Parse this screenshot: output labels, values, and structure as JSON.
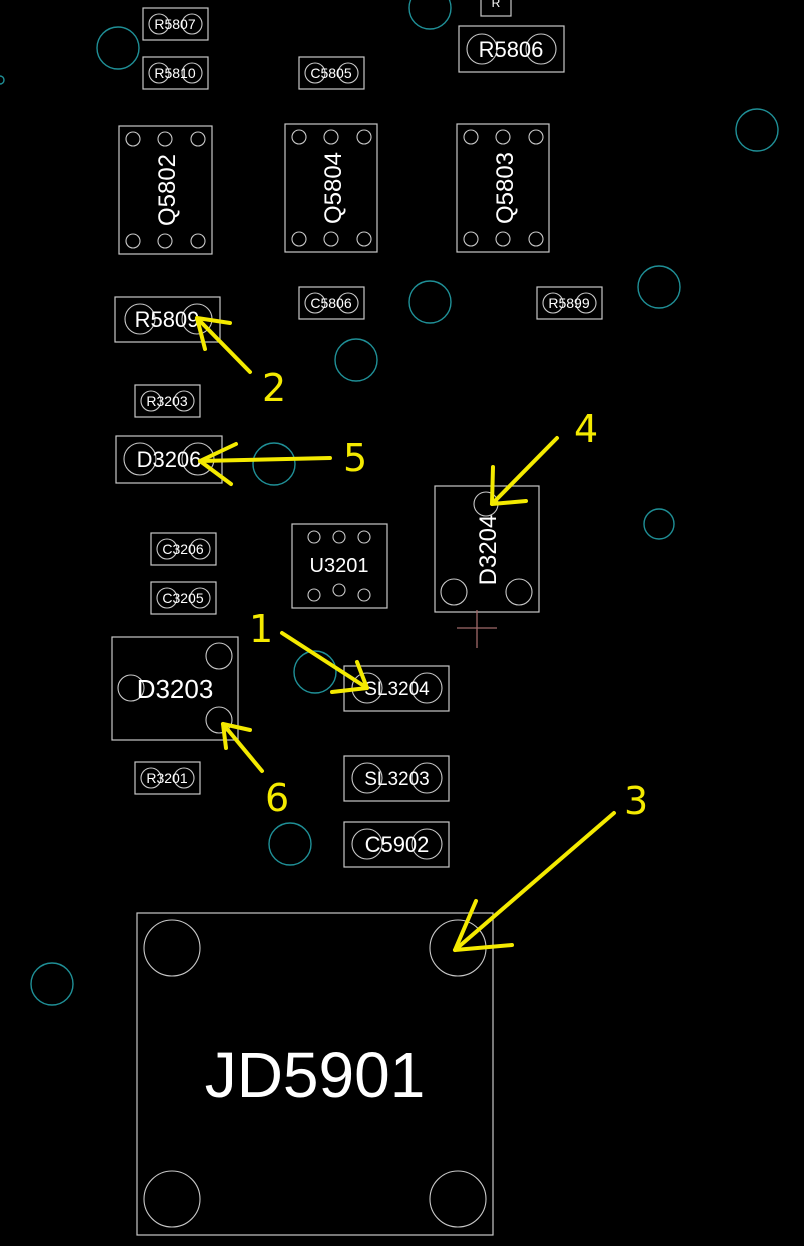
{
  "components": {
    "R5807": "R5807",
    "R5810": "R5810",
    "C5805": "C5805",
    "R5806": "R5806",
    "TOP_PARTIAL": "R",
    "Q5802": "Q5802",
    "Q5804": "Q5804",
    "Q5803": "Q5803",
    "R5809": "R5809",
    "C5806": "C5806",
    "R5899": "R5899",
    "R3203": "R3203",
    "D3206": "D3206",
    "D3204": "D3204",
    "U3201": "U3201",
    "C3206": "C3206",
    "C3205": "C3205",
    "D3203": "D3203",
    "SL3204": "SL3204",
    "R3201": "R3201",
    "SL3203": "SL3203",
    "C5902": "C5902",
    "JD5901": "JD5901"
  },
  "markers": [
    "1",
    "2",
    "3",
    "4",
    "5",
    "6"
  ],
  "colors": {
    "background": "#000000",
    "outline": "#c8c8c8",
    "label": "#ffffff",
    "via": "#1f8f96",
    "annotation": "#f4ea00"
  }
}
